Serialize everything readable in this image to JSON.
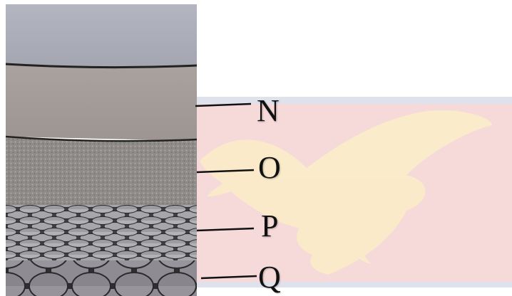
{
  "diagram": {
    "labels": [
      "N",
      "O",
      "P",
      "Q"
    ]
  },
  "colors": {
    "sky": "#a9abb6",
    "layer_n": "#a39b97",
    "layer_o": "#8f8b89",
    "layer_p": "#4b4a4c",
    "layer_q": "#8e8c92",
    "banner": "#f6dada",
    "watermark": "#fbecc8"
  }
}
